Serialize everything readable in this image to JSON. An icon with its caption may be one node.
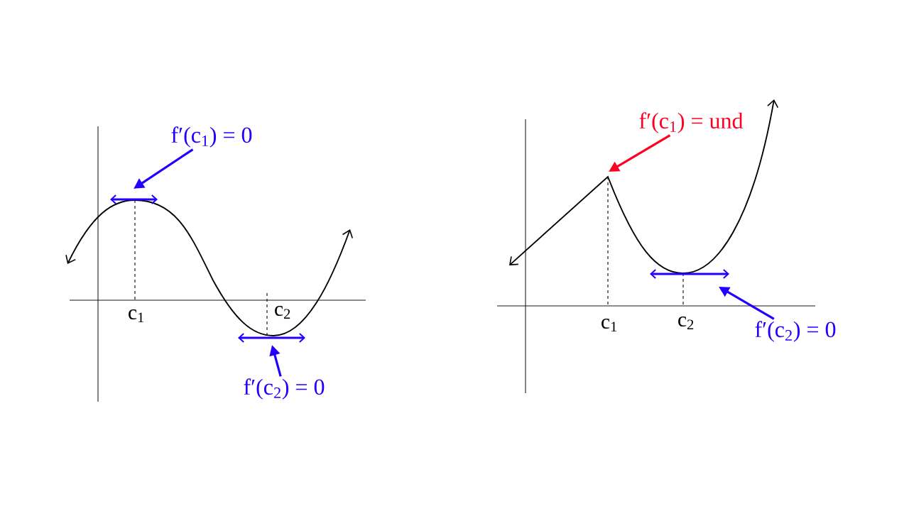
{
  "diagram": {
    "nodes": [
      {
        "text": [
          "f′(c$_{1}$) = 0"
        ]
      },
      {
        "text": [
          "f′(c$_{2}$) = 0"
        ]
      },
      {
        "text": [
          "f′(c$_{1}$) = und"
        ]
      },
      {
        "text": [
          "f′(c$_{2}$) = 0"
        ]
      }
    ],
    "edges": [
      {
        "from": 0,
        "to": null,
        "arrow": "to"
      },
      {
        "from": 1,
        "to": null,
        "arrow": "to"
      },
      {
        "from": 2,
        "to": null,
        "arrow": "to",
        "color": "#ff0022"
      },
      {
        "from": 3,
        "to": null,
        "arrow": "to"
      }
    ],
    "labels": [
      "c$_{1}$",
      "c$_{2}$",
      "c$_{1}$",
      "c$_{2}$"
    ]
  }
}
